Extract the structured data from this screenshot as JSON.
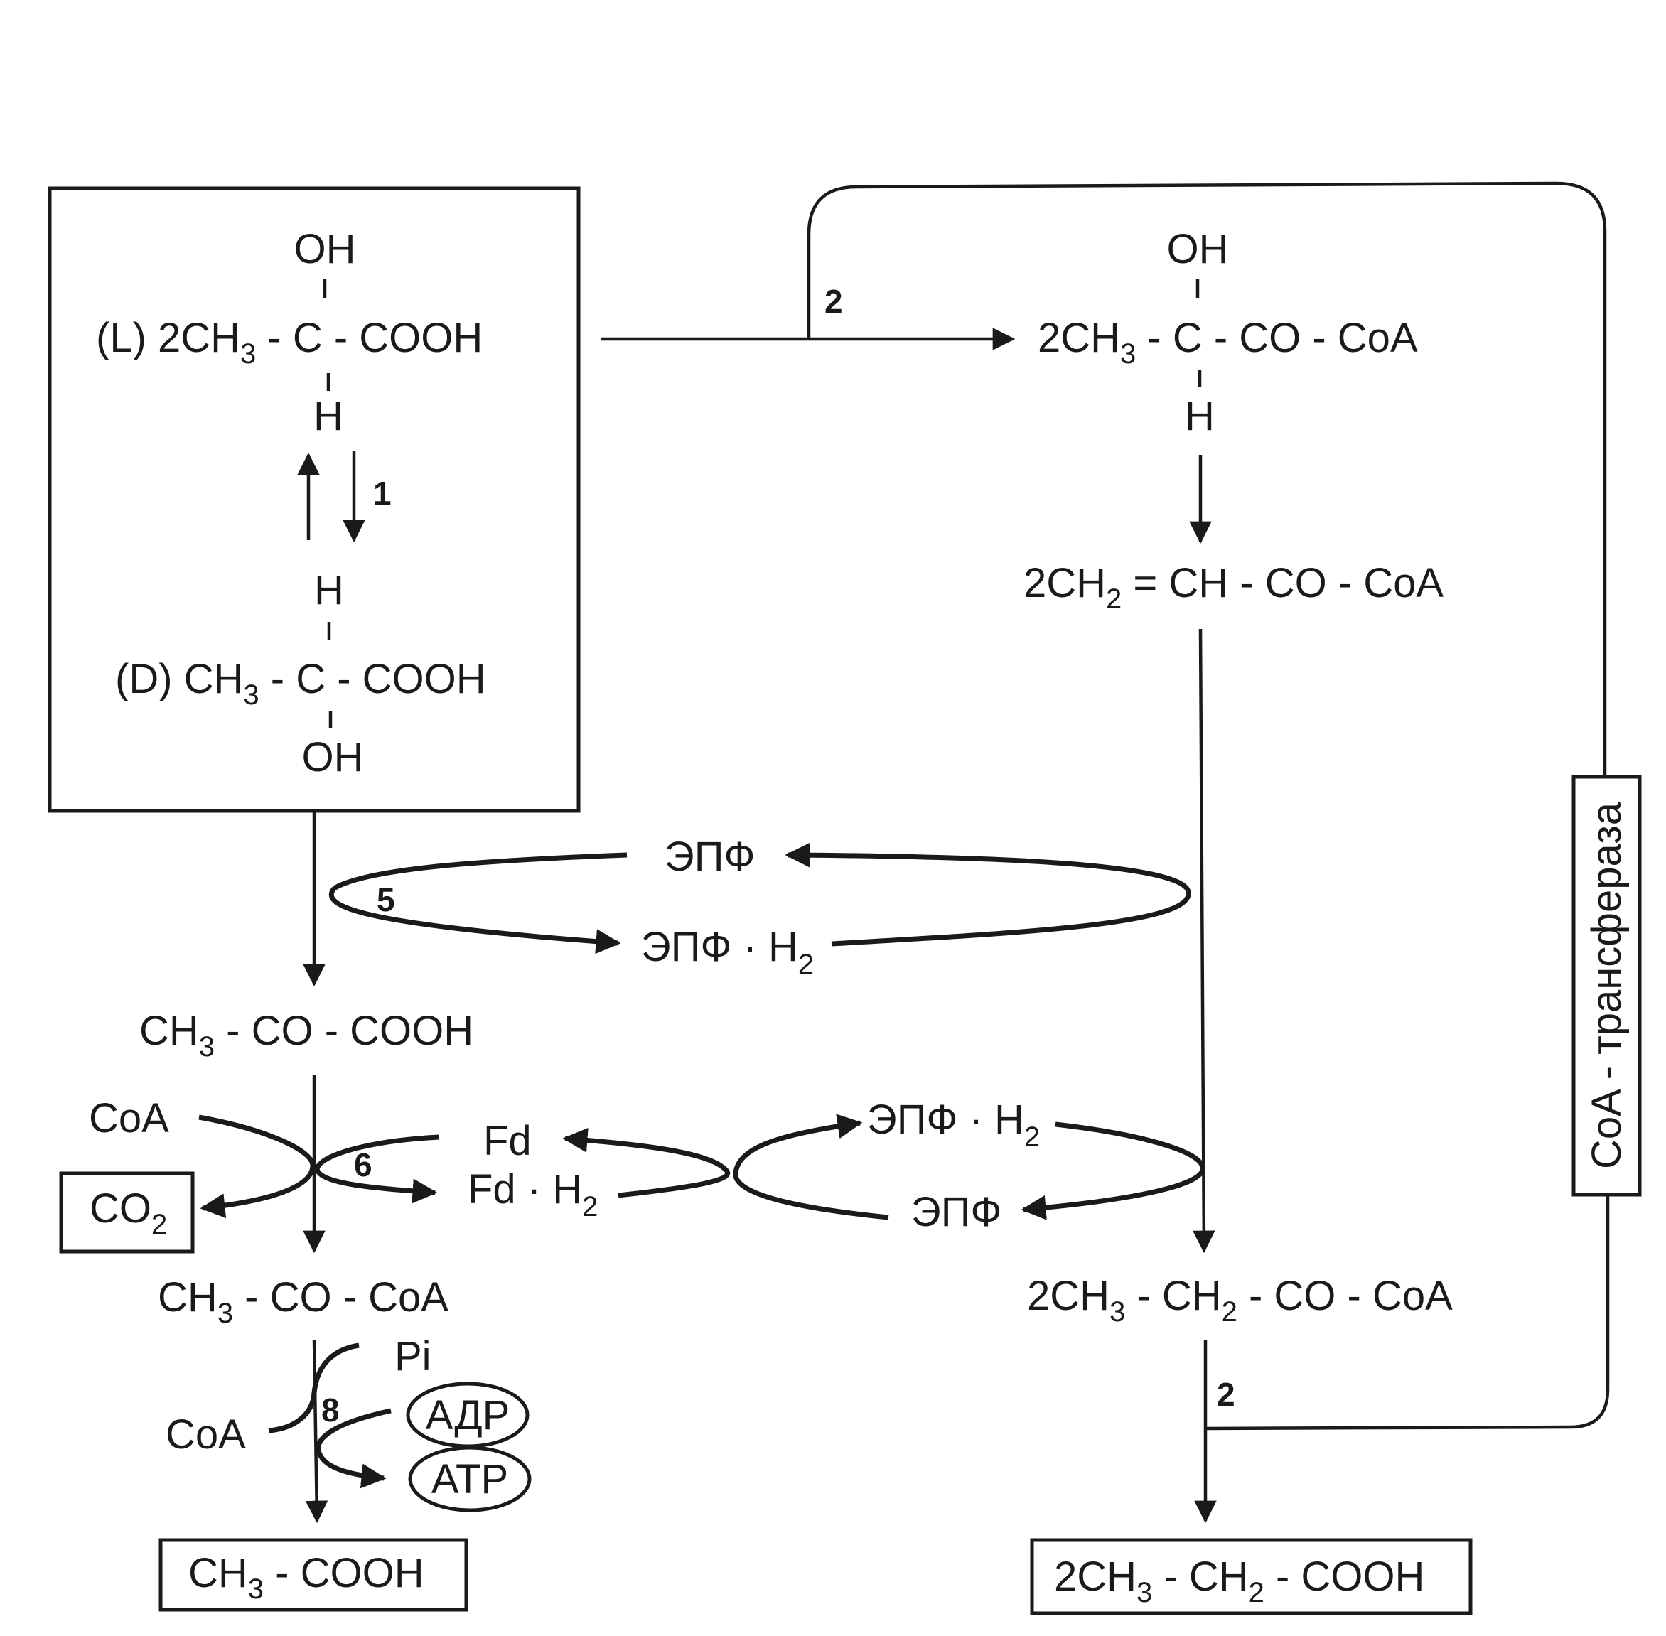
{
  "diagram": {
    "type": "metabolic pathway scheme",
    "left_box": {
      "l_lactate": {
        "prefix": "(L) 2CH",
        "sub": "3",
        "rest": " - C - COOH",
        "top": "OH",
        "bottom": "H"
      },
      "d_lactate": {
        "prefix": "(D) CH",
        "sub": "3",
        "rest": " - C - COOH",
        "top": "H",
        "bottom": "OH"
      },
      "racemase_label": "1"
    },
    "step2_top_label": "2",
    "right_column": {
      "lactoyl_coa": {
        "prefix": "2CH",
        "sub": "3",
        "rest": " - C - CO - CoA",
        "top": "OH",
        "bottom": "H"
      },
      "acrylyl_coa": {
        "prefix": "2CH",
        "sub": "2",
        "rest": " = CH - CO - CoA"
      },
      "propionyl_coa": {
        "p1": "2CH",
        "s1": "3",
        "p2": " - CH",
        "s2": "2",
        "p3": " - CO - CoA"
      },
      "propionate": {
        "p1": "2CH",
        "s1": "3",
        "p2": " - CH",
        "s2": "2",
        "p3": " - COOH"
      },
      "step2_bottom_label": "2"
    },
    "transferase_label": "CoA - трансфераза",
    "cycle5": {
      "label": "5",
      "oxidized": "ЭПФ",
      "reduced_prefix": "ЭПФ · H",
      "reduced_sub": "2"
    },
    "pyruvate": {
      "prefix": "CH",
      "sub": "3",
      "rest": " - CO - COOH"
    },
    "step6": {
      "label": "6",
      "coa_in": "CoA",
      "co2_prefix": "CO",
      "co2_sub": "2",
      "fd": "Fd",
      "fd_reduced_prefix": "Fd · H",
      "fd_reduced_sub": "2"
    },
    "cycle_right": {
      "reduced_prefix": "ЭПФ · H",
      "reduced_sub": "2",
      "oxidized": "ЭПФ"
    },
    "acetyl_coa": {
      "prefix": "CH",
      "sub": "3",
      "rest": " - CO - CoA"
    },
    "step8": {
      "label": "8",
      "pi": "Pi",
      "coa_out": "CoA",
      "adp": "АДР",
      "atp": "АТР"
    },
    "acetate": {
      "prefix": "CH",
      "sub": "3",
      "rest": " - COOH"
    }
  }
}
